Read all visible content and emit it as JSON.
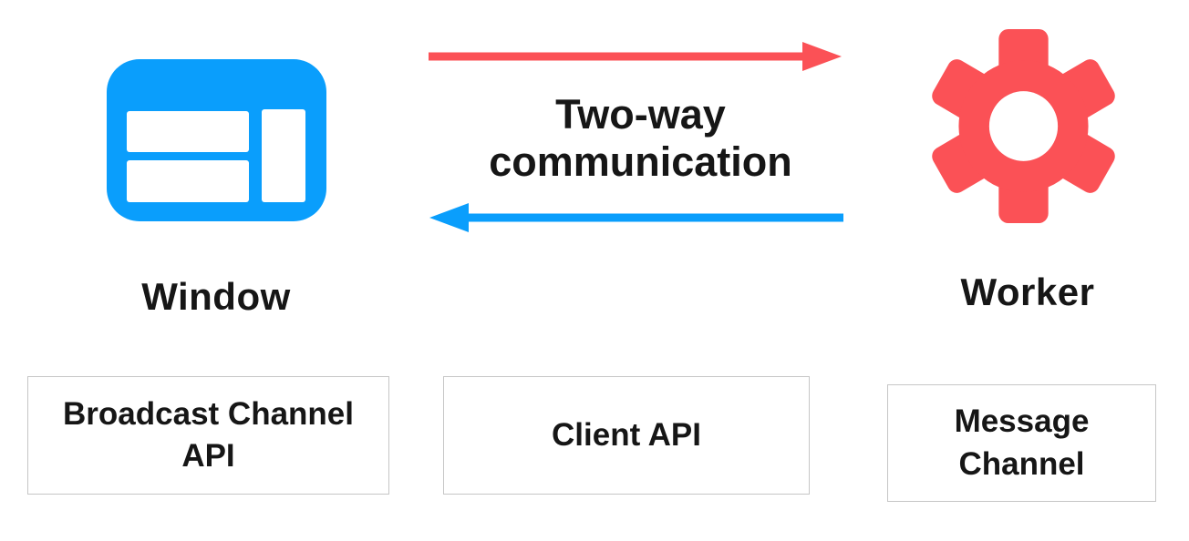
{
  "window": {
    "label": "Window",
    "icon": "browser-window-icon"
  },
  "worker": {
    "label": "Worker",
    "icon": "gear-icon"
  },
  "communication": {
    "label": "Two-way\ncommunication",
    "forward_arrow": "window-to-worker",
    "backward_arrow": "worker-to-window"
  },
  "api_boxes": [
    {
      "label": "Broadcast Channel\nAPI"
    },
    {
      "label": "Client API"
    },
    {
      "label": "Message\nChannel"
    }
  ],
  "colors": {
    "blue": "#0A9EFC",
    "red": "#FB5156",
    "text": "#161616",
    "box_border": "#C6C6C6",
    "background": "#FFFFFF"
  }
}
